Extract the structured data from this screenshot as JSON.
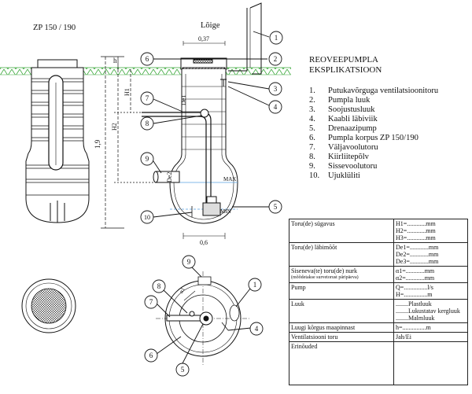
{
  "drawing": {
    "model_label": "ZP 150 / 190",
    "section_label": "Lõige",
    "dimensions": {
      "top_width": "0,37",
      "bottom_width": "0,6",
      "total_height": "1,9",
      "h": "h",
      "h1": "H1",
      "h2": "H2",
      "de1": "De1",
      "de2": "De2",
      "max": "MAX",
      "min": "MIN",
      "alpha": "α1"
    },
    "callouts": {
      "c1": "1",
      "c2": "2",
      "c3": "3",
      "c4": "4",
      "c5": "5",
      "c6": "6",
      "c7": "7",
      "c8": "8",
      "c9": "9",
      "c10": "10"
    }
  },
  "legend": {
    "title_line1": "REOVEEPUMPLA",
    "title_line2": "EKSPLIKATSIOON",
    "items": [
      {
        "num": "1.",
        "text": "Putukavõrguga ventilatsioonitoru"
      },
      {
        "num": "2.",
        "text": "Pumpla luuk"
      },
      {
        "num": "3.",
        "text": "Soojustusluuk"
      },
      {
        "num": "4.",
        "text": "Kaabli läbiviik"
      },
      {
        "num": "5.",
        "text": "Drenaazipump"
      },
      {
        "num": "6.",
        "text": "Pumpla korpus ZP 150/190"
      },
      {
        "num": "7.",
        "text": "Väljavoolutoru"
      },
      {
        "num": "8.",
        "text": "Kiirliitepõlv"
      },
      {
        "num": "9.",
        "text": "Sissevoolutoru"
      },
      {
        "num": "10.",
        "text": "Ujuklüliti"
      }
    ]
  },
  "spec_table": {
    "rows": [
      {
        "label": "Toru(de) sügavus",
        "label_note": "",
        "values": [
          "H1=............mm",
          "H2=............mm",
          "H3=............mm"
        ]
      },
      {
        "label": "Toru(de) läbimõõt",
        "label_note": "",
        "values": [
          "De1=............mm",
          "De2=............mm",
          "De3=............mm"
        ]
      },
      {
        "label": "Siseneva(te) toru(de) nurk",
        "label_note": "(mõõdetakse survetorust päripäeva)",
        "values": [
          "α1=............mm",
          "α2=............mm"
        ]
      },
      {
        "label": "Pump",
        "label_note": "",
        "values": [
          "Q=...............l/s",
          "H=...............m"
        ]
      },
      {
        "label": "Luuk",
        "label_note": "",
        "values": [
          "........Plastluuk",
          "........Lukustatav kergluuk",
          "........Malmluuk"
        ]
      },
      {
        "label": "Luugi kõrgus maapinnast",
        "label_note": "",
        "values": [
          "h=...............m"
        ]
      },
      {
        "label": "Ventilatsiooni toru",
        "label_note": "",
        "values": [
          "Jah/Ei"
        ]
      },
      {
        "label": "Erinõuded",
        "label_note": "",
        "values": [
          ""
        ]
      }
    ]
  },
  "colors": {
    "ground": "#3aa83a",
    "line": "#111111",
    "water": "#5aa0e0"
  }
}
